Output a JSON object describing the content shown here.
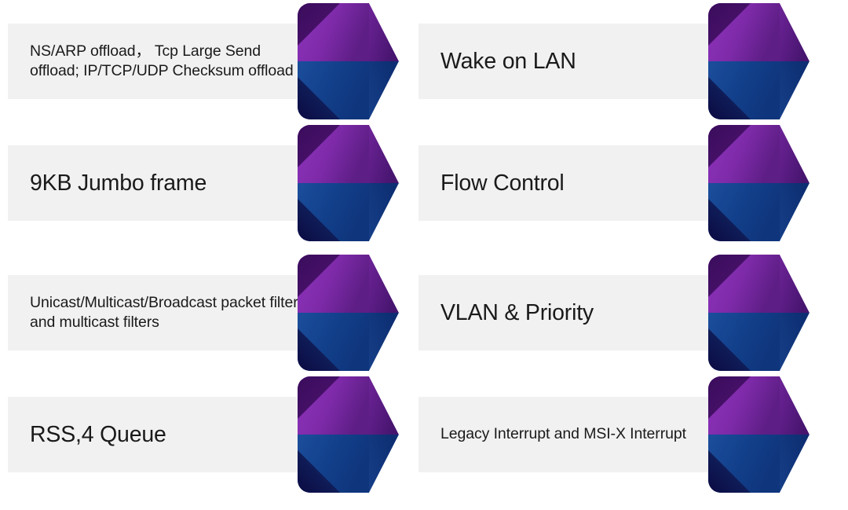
{
  "diagram": {
    "type": "chevron-callout-list",
    "background_color": "#ffffff",
    "plate_color": "#f1f1f1",
    "text_color": "#1a1a1a",
    "columns": 2,
    "rows": 4,
    "chevron": {
      "name": "chevron-right-3d",
      "purple_light": "#8c2fb8",
      "purple_mid": "#7a2aa6",
      "purple_dark": "#3d1060",
      "purple_shadow": "#43106b",
      "blue_light": "#1b4a96",
      "blue_mid": "#123c86",
      "blue_dark": "#0d2f72",
      "blue_shadow": "#0d0b46"
    },
    "items": [
      {
        "id": "offload",
        "label": "NS/ARP offload， Tcp Large Send offload; IP/TCP/UDP Checksum offload",
        "size": "small",
        "column": 0,
        "row": 0
      },
      {
        "id": "wake-on-lan",
        "label": "Wake on LAN",
        "size": "large",
        "column": 1,
        "row": 0
      },
      {
        "id": "jumbo-frame",
        "label": "9KB Jumbo frame",
        "size": "large",
        "column": 0,
        "row": 1
      },
      {
        "id": "flow-control",
        "label": "Flow Control",
        "size": "large",
        "column": 1,
        "row": 1
      },
      {
        "id": "packet-filter",
        "label": "Unicast/Multicast/Broadcast packet filter, and multicast filters",
        "size": "small",
        "column": 0,
        "row": 2
      },
      {
        "id": "vlan-priority",
        "label": "VLAN & Priority",
        "size": "large",
        "column": 1,
        "row": 2
      },
      {
        "id": "rss-queue",
        "label": "RSS,4 Queue",
        "size": "large",
        "column": 0,
        "row": 3
      },
      {
        "id": "interrupt",
        "label": "Legacy Interrupt and MSI-X Interrupt",
        "size": "small",
        "column": 1,
        "row": 3
      }
    ]
  }
}
